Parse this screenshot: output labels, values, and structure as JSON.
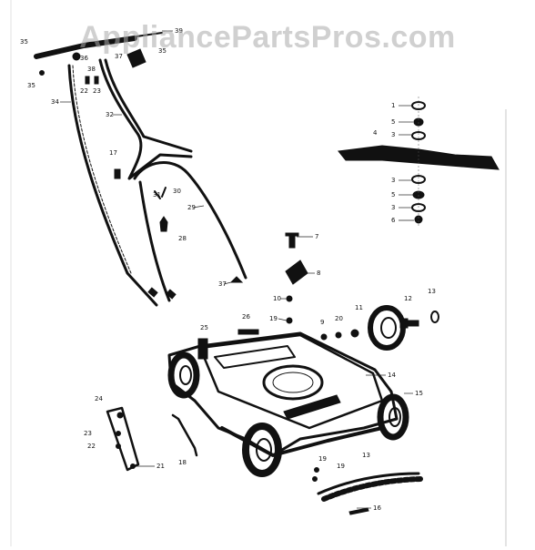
{
  "watermark": "AppliancePartsPros.com",
  "colors": {
    "ink": "#111111",
    "paper": "#ffffff",
    "watermark": "#aaaaaa"
  },
  "callouts": [
    {
      "id": "c39a",
      "text": "39"
    },
    {
      "id": "c35a",
      "text": "35"
    },
    {
      "id": "c36",
      "text": "36"
    },
    {
      "id": "c38",
      "text": "38"
    },
    {
      "id": "c37a",
      "text": "37"
    },
    {
      "id": "c35b",
      "text": "35"
    },
    {
      "id": "c35c",
      "text": "35"
    },
    {
      "id": "c22a",
      "text": "22"
    },
    {
      "id": "c23a",
      "text": "23"
    },
    {
      "id": "c34",
      "text": "34"
    },
    {
      "id": "c32",
      "text": "32"
    },
    {
      "id": "c17",
      "text": "17"
    },
    {
      "id": "c31",
      "text": "31"
    },
    {
      "id": "c30",
      "text": "30"
    },
    {
      "id": "c28",
      "text": "28"
    },
    {
      "id": "c29",
      "text": "29"
    },
    {
      "id": "c37b",
      "text": "37"
    },
    {
      "id": "c26",
      "text": "26"
    },
    {
      "id": "c25",
      "text": "25"
    },
    {
      "id": "c7",
      "text": "7"
    },
    {
      "id": "c8",
      "text": "8"
    },
    {
      "id": "c10",
      "text": "10"
    },
    {
      "id": "c19a",
      "text": "19"
    },
    {
      "id": "c9",
      "text": "9"
    },
    {
      "id": "c20",
      "text": "20"
    },
    {
      "id": "c11",
      "text": "11"
    },
    {
      "id": "c12",
      "text": "12"
    },
    {
      "id": "c13",
      "text": "13"
    },
    {
      "id": "c14",
      "text": "14"
    },
    {
      "id": "c15",
      "text": "15"
    },
    {
      "id": "c1",
      "text": "1"
    },
    {
      "id": "c5a",
      "text": "5"
    },
    {
      "id": "c3a",
      "text": "3"
    },
    {
      "id": "c4",
      "text": "4"
    },
    {
      "id": "c3b",
      "text": "3"
    },
    {
      "id": "c5b",
      "text": "5"
    },
    {
      "id": "c3c",
      "text": "3"
    },
    {
      "id": "c6",
      "text": "6"
    },
    {
      "id": "c24",
      "text": "24"
    },
    {
      "id": "c23b",
      "text": "23"
    },
    {
      "id": "c22b",
      "text": "22"
    },
    {
      "id": "c21",
      "text": "21"
    },
    {
      "id": "c18",
      "text": "18"
    },
    {
      "id": "c19b",
      "text": "19"
    },
    {
      "id": "c19c",
      "text": "19"
    },
    {
      "id": "c13b",
      "text": "13"
    },
    {
      "id": "c16",
      "text": "16"
    }
  ]
}
